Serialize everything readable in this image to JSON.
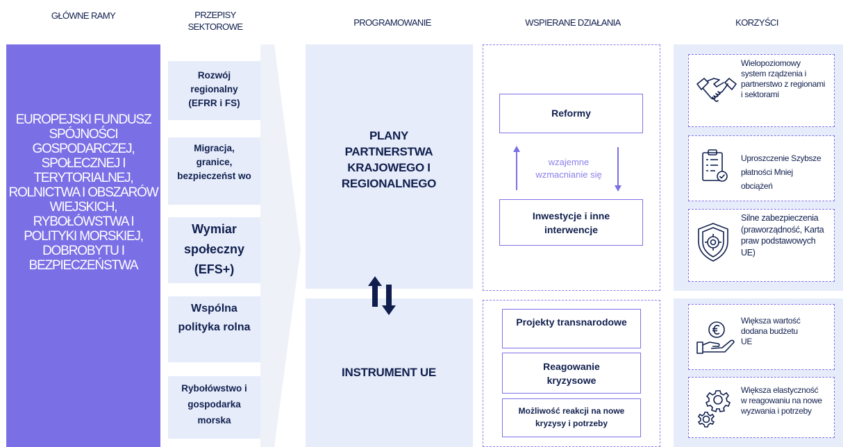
{
  "headers": {
    "col1": "GŁÓWNE RAMY",
    "col2": "PRZEPISY\nSEKTOROWE",
    "col3": "PROGRAMOWANIE",
    "col4": "WSPIERANE DZIAŁANIA",
    "col5": "KORZYŚCI"
  },
  "main_framework": "EUROPEJSKI FUNDUSZ SPÓJNOŚCI GOSPODARCZEJ, SPOŁECZNEJ I TERYTORIALNEJ, ROLNICTWA I OBSZARÓW WIEJSKICH, RYBOŁÓWSTWA I POLITYKI MORSKIEJ, DOBROBYTU I BEZPIECZEŃSTWA",
  "sector_rules": [
    "Rozwój regionalny (EFRR i FS)",
    "Migracja, granice, bezpieczeńst wo",
    "Wymiar społeczny (EFS+)",
    "Wspólna polityka rolna",
    "Rybołówstwo i gospodarka morska"
  ],
  "programming": {
    "plans": "PLANY PARTNERSTWA KRAJOWEGO I REGIONALNEGO",
    "instrument": "INSTRUMENT UE"
  },
  "supported_actions": {
    "top": {
      "reforms": "Reformy",
      "mutual": "wzajemne wzmacnianie się",
      "investments": "Inwestycje i inne interwencje"
    },
    "bottom": [
      "Projekty transnarodowe",
      "Reagowanie kryzysowe",
      "Możliwość reakcji na nowe kryzysy i potrzeby"
    ]
  },
  "benefits": {
    "top": [
      {
        "icon": "handshake-icon",
        "text": "Wielopoziomowy system rządzenia i partnerstwo z regionami i sektorami"
      },
      {
        "icon": "clipboard-check-icon",
        "text": "Uproszczenie Szybsze płatności Mniej obciążeń"
      },
      {
        "icon": "shield-icon",
        "text": "Silne zabezpieczenia (praworządność, Karta praw podstawowych UE)"
      }
    ],
    "bottom": [
      {
        "icon": "euro-hand-icon",
        "text": "Większa wartość dodana budżetu UE"
      },
      {
        "icon": "gears-icon",
        "text": "Większa elastyczność w reagowaniu na nowe wyzwania i potrzeby"
      }
    ]
  },
  "colors": {
    "accent": "#7b6fe6",
    "light_panel": "#e6ecfa",
    "navy": "#0f1e4d",
    "arrow_gray": "#eef1f8"
  }
}
